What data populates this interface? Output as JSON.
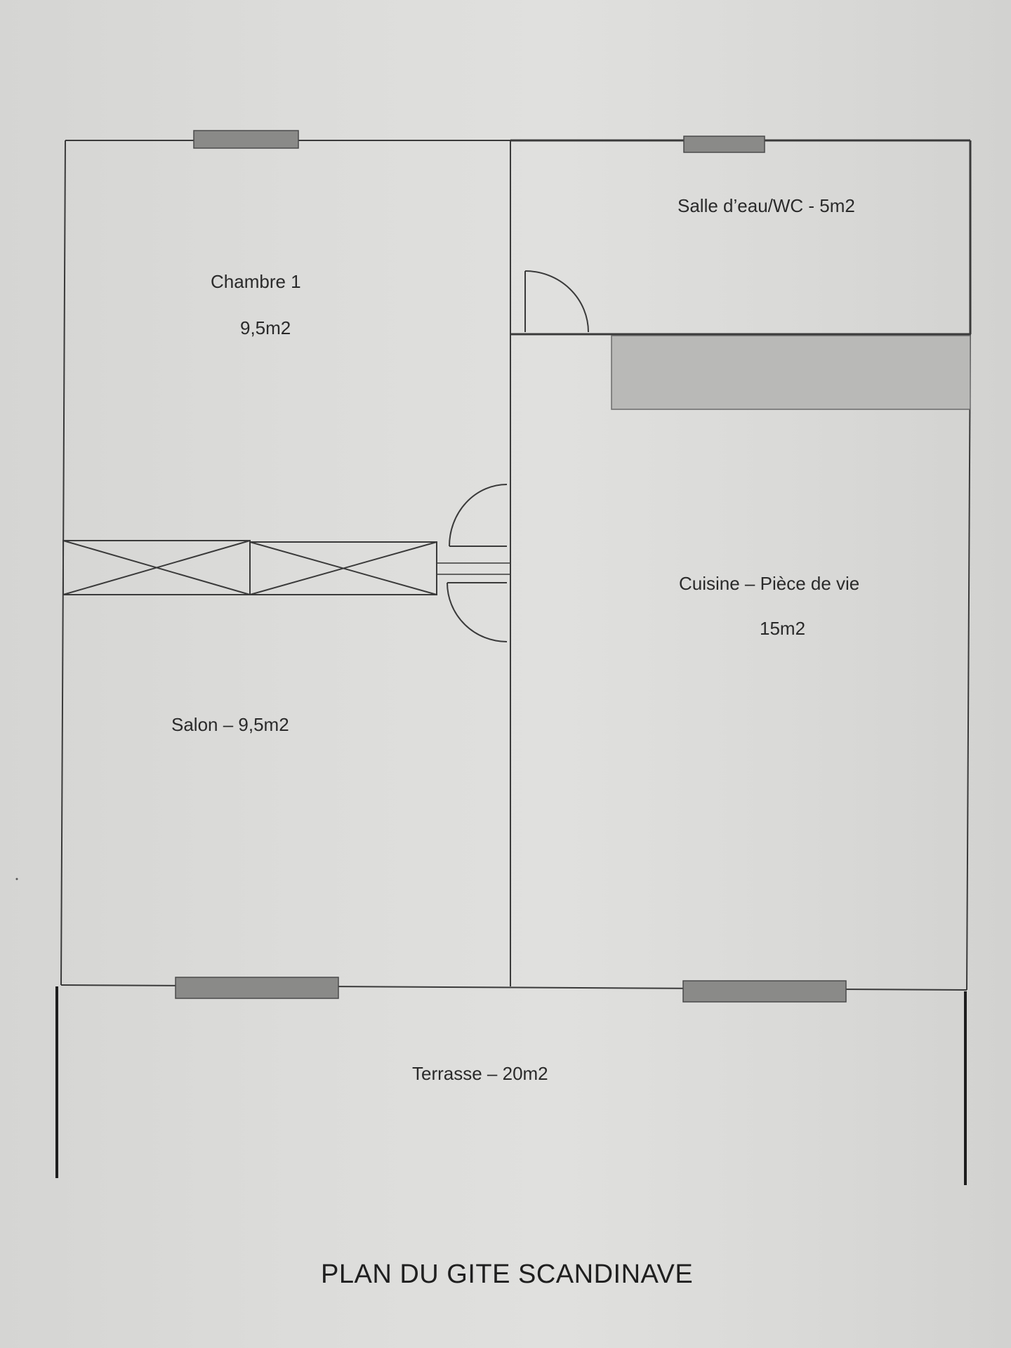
{
  "plan": {
    "title": "PLAN DU GITE SCANDINAVE",
    "rooms": {
      "chambre": {
        "name": "Chambre 1",
        "area": "9,5m2"
      },
      "salle_eau": {
        "label": "Salle d’eau/WC - 5m2"
      },
      "cuisine": {
        "name": "Cuisine – Pièce de vie",
        "area": "15m2"
      },
      "salon": {
        "label": "Salon – 9,5m2"
      },
      "terrasse": {
        "label": "Terrasse – 20m2"
      }
    }
  },
  "colors": {
    "paper": "#dcdcda",
    "line": "#3a3a3a",
    "window_fill": "#8a8a88",
    "counter_fill": "#b9b9b7",
    "text": "#2a2a2a"
  }
}
